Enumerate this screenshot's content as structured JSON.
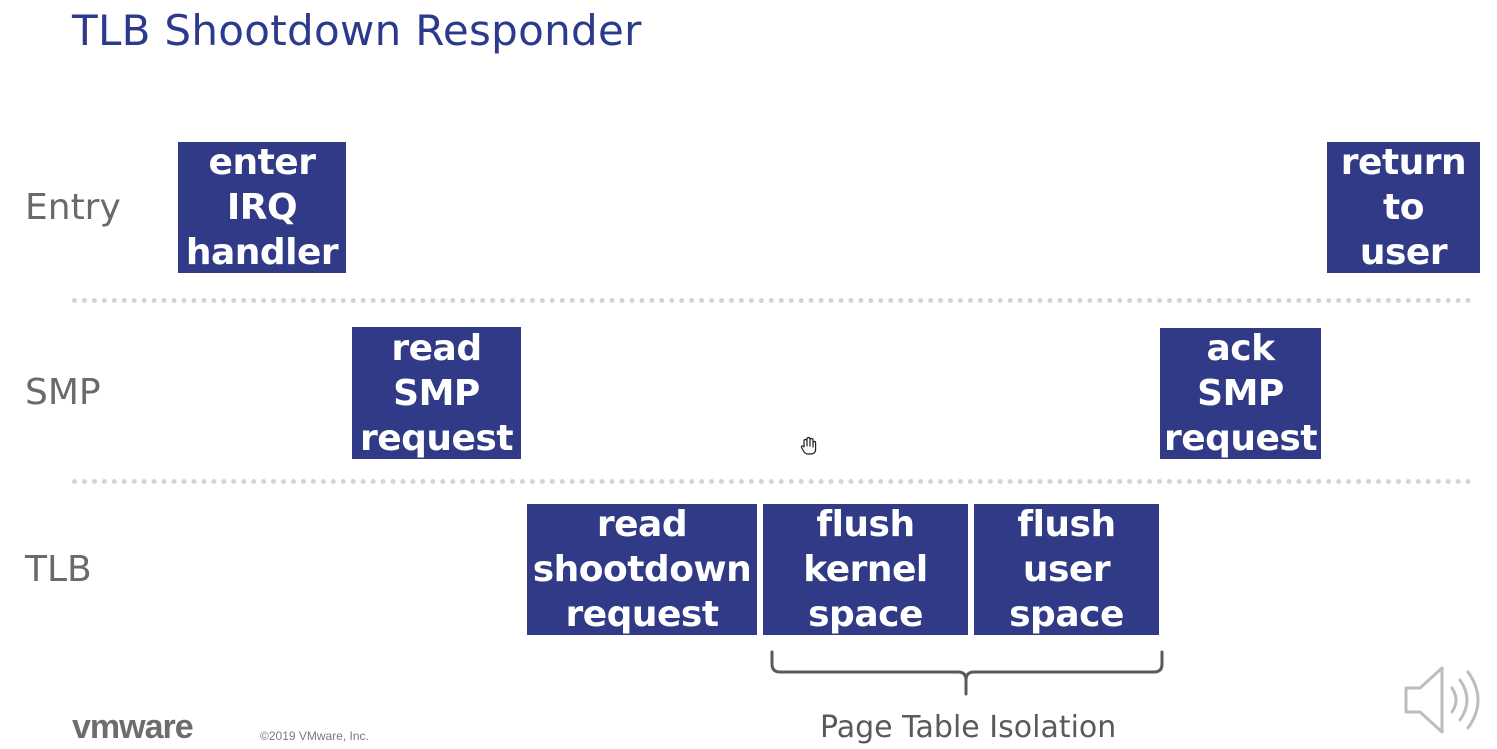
{
  "title": "TLB Shootdown Responder",
  "rows": {
    "entry": "Entry",
    "smp": "SMP",
    "tlb": "TLB"
  },
  "boxes": {
    "enter_irq": [
      "enter",
      "IRQ",
      "handler"
    ],
    "return_user": [
      "return",
      "to",
      "user"
    ],
    "read_smp": [
      "read",
      "SMP",
      "request"
    ],
    "ack_smp": [
      "ack",
      "SMP",
      "request"
    ],
    "read_shootdown": [
      "read",
      "shootdown",
      "request"
    ],
    "flush_kernel": [
      "flush",
      "kernel",
      "space"
    ],
    "flush_user": [
      "flush",
      "user",
      "space"
    ]
  },
  "annotation": "Page Table Isolation",
  "footer": {
    "logo": "vmware",
    "copyright": "©2019 VMware, Inc."
  },
  "colors": {
    "title": "#2b3a8c",
    "box": "#303a86",
    "label": "#6a6a6a"
  },
  "icons": [
    "speaker-icon",
    "hand-cursor-icon"
  ]
}
